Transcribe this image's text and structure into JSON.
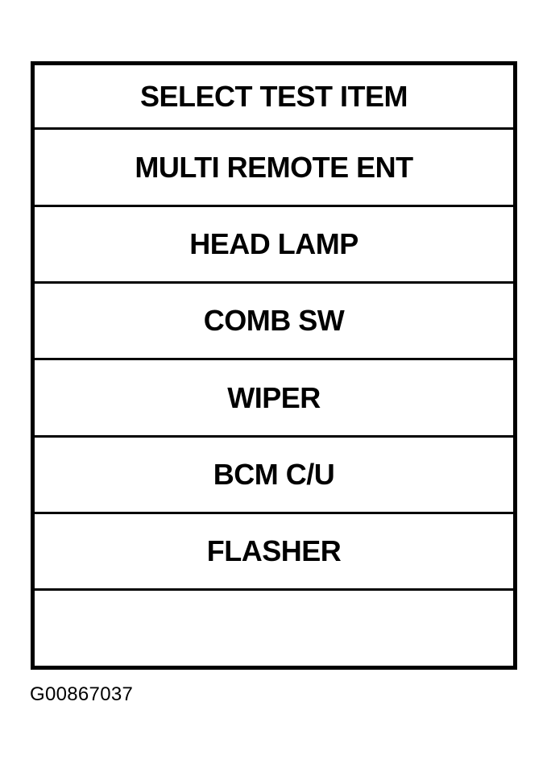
{
  "screen": {
    "header": "SELECT TEST ITEM",
    "items": [
      {
        "label": "MULTI REMOTE ENT"
      },
      {
        "label": "HEAD LAMP"
      },
      {
        "label": "COMB SW"
      },
      {
        "label": "WIPER"
      },
      {
        "label": "BCM C/U"
      },
      {
        "label": "FLASHER"
      }
    ]
  },
  "figure_id": "G00867037",
  "colors": {
    "border": "#000000",
    "background": "#ffffff",
    "text": "#000000"
  }
}
